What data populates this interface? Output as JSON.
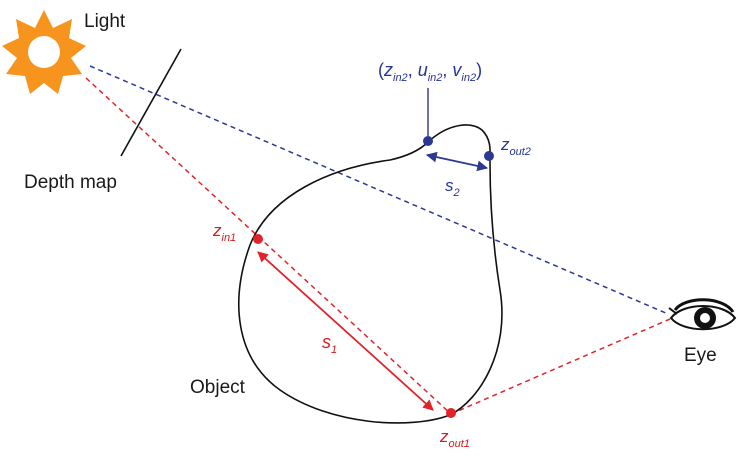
{
  "labels": {
    "light": "Light",
    "depth_map": "Depth map",
    "object": "Object",
    "eye": "Eye"
  },
  "math": {
    "z_in1": {
      "base": "z",
      "sub": "in1"
    },
    "z_out1": {
      "base": "z",
      "sub": "out1"
    },
    "s1": {
      "base": "s",
      "sub": "1"
    },
    "s2": {
      "base": "s",
      "sub": "2"
    },
    "z_out2": {
      "base": "z",
      "sub": "out2"
    },
    "tuple": {
      "open": "(",
      "z": "z",
      "z_sub": "in2",
      "comma1": ", ",
      "u": "u",
      "u_sub": "in2",
      "comma2": ", ",
      "v": "v",
      "v_sub": "in2",
      "close": ")"
    }
  },
  "colors": {
    "sun": "#f7941d",
    "red": "#e0242a",
    "blue": "#2b3990",
    "outline": "#111111"
  },
  "icons": {
    "light": "sun-icon",
    "viewer": "eye-icon"
  }
}
